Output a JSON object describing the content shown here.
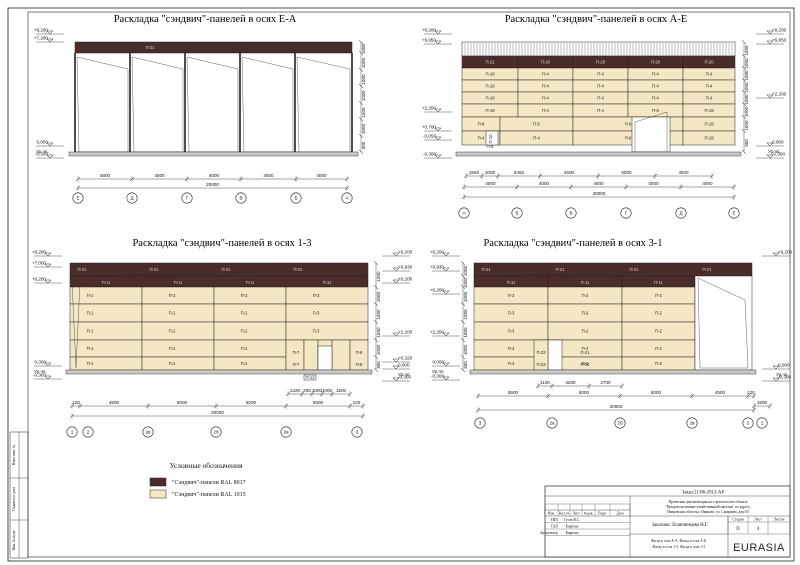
{
  "titles": {
    "ea": "Раскладка \"сэндвич\"-панелей в осях Е-А",
    "ae": "Раскладка \"сэндвич\"-панелей в осях А-Е",
    "13": "Раскладка \"сэндвич\"-панелей в осях 1-3",
    "31": "Раскладка \"сэндвич\"-панелей в осях 3-1"
  },
  "colors": {
    "dark": "#4a2c2a",
    "light": "#f4e7c3",
    "ground": "#c9c9c9"
  },
  "view_ea": {
    "levels_left": [
      "+8,200",
      "+7,200",
      "0,000",
      "Ур.чп.",
      "-0,300"
    ],
    "rdims": [
      "1000",
      "1000",
      "1000",
      "1000",
      "1000",
      "1000",
      "300"
    ],
    "roof_panel": "П-21",
    "dim_spans": [
      "4800",
      "4000",
      "4000",
      "4000",
      "4000"
    ],
    "dim_total": "20000",
    "axes": [
      "Е",
      "Д",
      "Г",
      "В",
      "Б",
      "А"
    ]
  },
  "view_ae": {
    "levels_left": [
      "+8,200",
      "+6,950",
      "+2,200",
      "+0,700",
      "-0,050",
      "-0,300"
    ],
    "levels_right": [
      "+8,200",
      "+6,850",
      "+2,200",
      "0,000",
      "Ур.чп.",
      "-0,300"
    ],
    "rdims": [
      "1000",
      "1000",
      "1000",
      "1000",
      "1000",
      "1000",
      "1000",
      "300"
    ],
    "rows": [
      [
        "П-21",
        "П-20",
        "П-20",
        "П-20",
        "П-20",
        "П-22"
      ],
      [
        "П-18",
        "П-4",
        "П-4",
        "П-4",
        "П-4",
        "П-18"
      ],
      [
        "П-18",
        "П-4",
        "П-4",
        "П-4",
        "П-4",
        "П-18"
      ],
      [
        "П-18",
        "П-4",
        "П-4",
        "П-4",
        "П-4",
        "П-18"
      ],
      [
        "П-18",
        "П-4",
        "П-4",
        "П-6",
        "П-19"
      ],
      [
        "П-8",
        "П-5",
        "П-6",
        "П-19"
      ],
      [
        "П-4",
        "П-4",
        "П-6",
        "П-19"
      ]
    ],
    "small": [
      "П-10",
      "П-9"
    ],
    "dim_spans_top": [
      "1550",
      "1000",
      "5450",
      "4500",
      "5000",
      "4000"
    ],
    "dim_spans": [
      "4000",
      "4000",
      "4000",
      "4000",
      "4000"
    ],
    "dim_total": "20000",
    "axes": [
      "А",
      "Б",
      "В",
      "Г",
      "Д",
      "Е"
    ]
  },
  "view_13": {
    "levels_left": [
      "+8,200",
      "+7,000",
      "+6,200",
      "0,000",
      "Ур.чп.",
      "-0,300"
    ],
    "levels_right": [
      "+8,200",
      "+6,930",
      "+6,200",
      "+2,200",
      "+0,320",
      "0,000",
      "Ур.чп.",
      "-0,300"
    ],
    "rdims": [
      "1000",
      "1000",
      "1000",
      "1000",
      "1000",
      "300"
    ],
    "roof": [
      "П-21",
      "П-21",
      "П-21",
      "П-21"
    ],
    "row2": [
      "П-11",
      "П-11",
      "П-11",
      "П-11"
    ],
    "cols": [
      "П-1",
      "П-2",
      "П-2",
      "П-3"
    ],
    "small": [
      "П-7",
      "П-8",
      "П-7",
      "П-8",
      "П-12"
    ],
    "dim_top": [
      "1420",
      "200",
      "1000",
      "1000",
      "1500"
    ],
    "dim_spans": [
      "120",
      "4500",
      "5000",
      "5000",
      "5500",
      "120"
    ],
    "dim_total": "20000",
    "axes": [
      "1",
      "2",
      "2в",
      "2б",
      "2а",
      "3"
    ]
  },
  "view_31": {
    "levels_left": [
      "+8,200",
      "+6,930",
      "+6,200",
      "+2,200",
      "0,000",
      "Ур.чп.",
      "-0,300"
    ],
    "levels_right": [
      "+8,200",
      "0,000",
      "Ур.чп.",
      "-0,300"
    ],
    "rdims": [
      "1000",
      "1000",
      "1000",
      "1000",
      "1000",
      "1000",
      "300"
    ],
    "roof": [
      "П-21",
      "П-21",
      "П-21",
      "П-21"
    ],
    "row2": [
      "П-11",
      "П-11",
      "П-11"
    ],
    "cols": [
      "П-3",
      "П-2",
      "П-2",
      "П-1"
    ],
    "small": [
      "П-23",
      "П-23",
      "П-21",
      "П-21"
    ],
    "dim_top": [
      "1100",
      "3200",
      "2700"
    ],
    "dim_spans": [
      "5500",
      "5000",
      "5000",
      "4500",
      "120"
    ],
    "dim_right": "1500",
    "dim_total": "20000",
    "axes": [
      "3",
      "2а",
      "2б",
      "2в",
      "2",
      "1"
    ]
  },
  "legend": {
    "title": "Условные обозначения",
    "items": [
      "\"Сэндвич\"-панели RAL 8017",
      "\"Сэндвич\"-панели RAL 1015"
    ]
  },
  "side_stamp": [
    "Взам. инв. №",
    "Подпись и дата",
    "Инв. № подл."
  ],
  "title_block": {
    "order": "Заказ:21/06-2013-АР",
    "project": [
      "Проектная документация на строительство объекта",
      "\"Продовольственно-хозяйственный магазин\" по адресу:",
      "Ивановская область,г. Иваново, ул. Смирнова, дом 65"
    ],
    "head": [
      "Изм.",
      "Кол.уч",
      "Лист",
      "№док.",
      "Подп.",
      "Дата"
    ],
    "people": [
      [
        "ГИП",
        "Гусев В.С."
      ],
      [
        "ГАП",
        "Карпова"
      ],
      [
        "Архитектор",
        "Карпова"
      ]
    ],
    "customer": "Заказчик: Епанчинцева Н.Г.",
    "stage_head": [
      "Стадия",
      "Лист",
      "Листов"
    ],
    "stage": [
      "П",
      "4",
      ""
    ],
    "sheet_title": [
      "Фасад в осях Е-А, Фасад в осях А-Е,",
      "Фасад в осях 1-3, Фасад в осях 3-1"
    ],
    "logo": "EURASIA"
  }
}
